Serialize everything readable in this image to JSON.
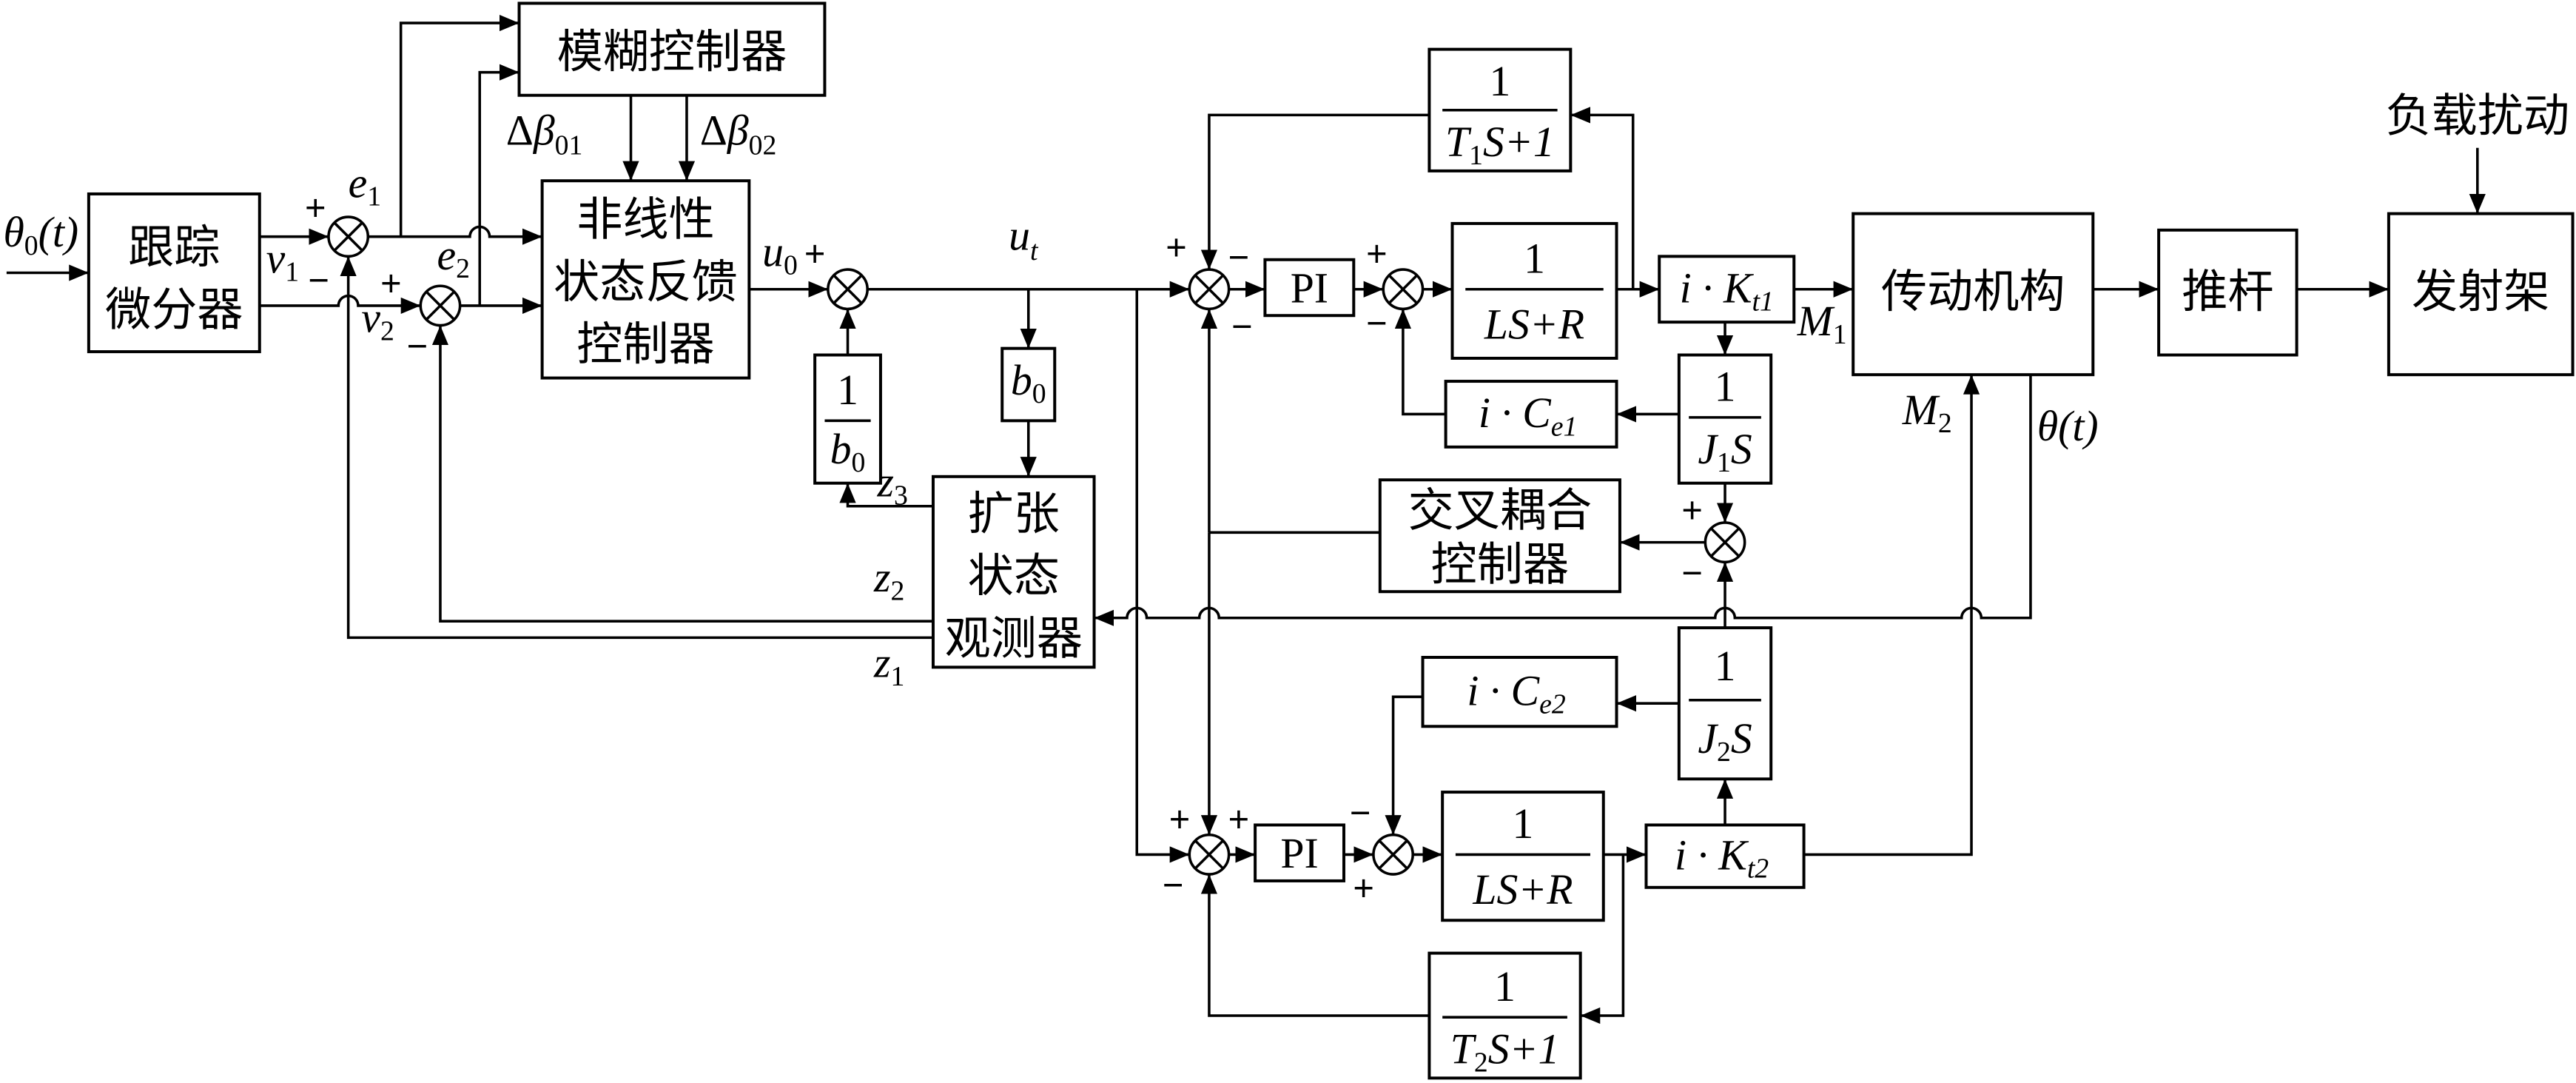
{
  "colors": {
    "line": "#000000",
    "background": "#ffffff"
  },
  "blocks": {
    "tracking_differentiator": {
      "lines": [
        "跟踪",
        "微分器"
      ]
    },
    "fuzzy_controller": {
      "label": "模糊控制器"
    },
    "nonlinear_feedback_controller": {
      "lines": [
        "非线性",
        "状态反馈",
        "控制器"
      ]
    },
    "inverse_b0": {
      "num": "1",
      "den": "b",
      "den_sub": "0"
    },
    "b0_gain": {
      "label": "b",
      "sub": "0"
    },
    "extended_state_observer": {
      "lines": [
        "扩张",
        "状态",
        "观测器"
      ]
    },
    "t1_filter": {
      "num": "1",
      "den": "T",
      "den_sub": "1",
      "den_tail": "S+1"
    },
    "pi_top": {
      "label": "PI"
    },
    "electrical1": {
      "num": "1",
      "den": "LS+R"
    },
    "torque_gain1": {
      "label": "i · K",
      "sub": "t1"
    },
    "transmission": {
      "label": "传动机构"
    },
    "push_rod": {
      "label": "推杆"
    },
    "launcher": {
      "label": "发射架"
    },
    "back_emf1": {
      "label": "i · C",
      "sub": "e1"
    },
    "mechanical1": {
      "num": "1",
      "den": "J",
      "den_sub": "1",
      "den_tail": "S"
    },
    "cross_coupling_controller": {
      "lines": [
        "交叉耦合",
        "控制器"
      ]
    },
    "mechanical2": {
      "num": "1",
      "den": "J",
      "den_sub": "2",
      "den_tail": "S"
    },
    "back_emf2": {
      "label": "i · C",
      "sub": "e2"
    },
    "pi_bottom": {
      "label": "PI"
    },
    "electrical2": {
      "num": "1",
      "den": "LS+R"
    },
    "torque_gain2": {
      "label": "i · K",
      "sub": "t2"
    },
    "t2_filter": {
      "num": "1",
      "den": "T",
      "den_sub": "2",
      "den_tail": "S+1"
    }
  },
  "signals": {
    "input": {
      "symbol": "θ",
      "sub": "0",
      "tail": "(t)"
    },
    "v1": {
      "symbol": "v",
      "sub": "1"
    },
    "v2": {
      "symbol": "v",
      "sub": "2"
    },
    "e1": {
      "symbol": "e",
      "sub": "1"
    },
    "e2": {
      "symbol": "e",
      "sub": "2"
    },
    "delta_beta01": {
      "prefix": "Δ",
      "symbol": "β",
      "sub": "01"
    },
    "delta_beta02": {
      "prefix": "Δ",
      "symbol": "β",
      "sub": "02"
    },
    "u0": {
      "symbol": "u",
      "sub": "0"
    },
    "ut": {
      "symbol": "u",
      "sub": "t"
    },
    "z1": {
      "symbol": "z",
      "sub": "1"
    },
    "z2": {
      "symbol": "z",
      "sub": "2"
    },
    "z3": {
      "symbol": "z",
      "sub": "3"
    },
    "m1": {
      "symbol": "M",
      "sub": "1"
    },
    "m2": {
      "symbol": "M",
      "sub": "2"
    },
    "output_angle": "θ(t)",
    "load_disturbance": "负载扰动"
  },
  "junction_signs": {
    "s1": [
      "+",
      "−"
    ],
    "s2": [
      "+",
      "−"
    ],
    "s3": [
      "+"
    ],
    "s4": [
      "+",
      "−",
      "−"
    ],
    "s5": [
      "+",
      "−"
    ],
    "s6": [
      "+",
      "−"
    ],
    "s7": [
      "+",
      "+",
      "−"
    ],
    "s8": [
      "−",
      "+"
    ]
  }
}
